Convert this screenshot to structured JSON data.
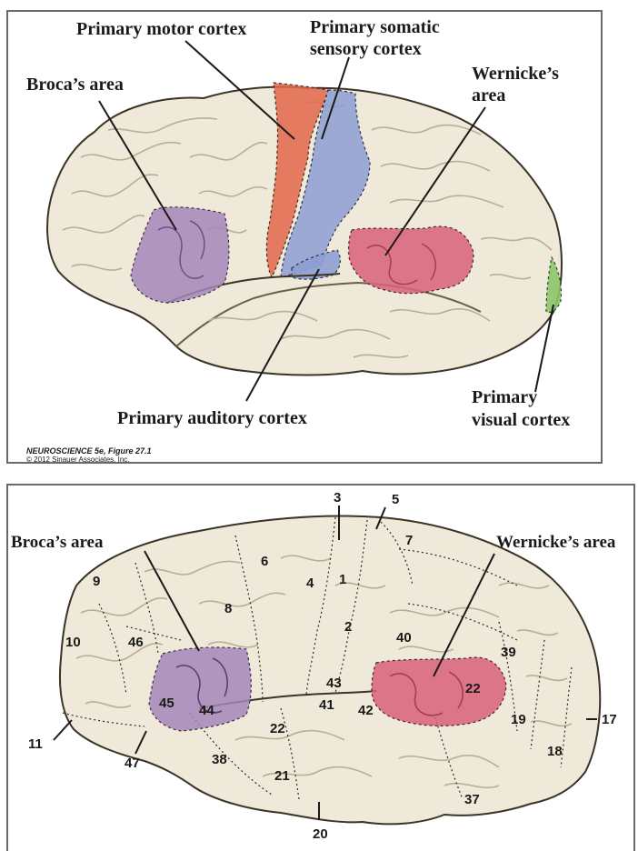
{
  "top_figure": {
    "labels": {
      "primary_motor": "Primary motor cortex",
      "primary_somatic_1": "Primary somatic",
      "primary_somatic_2": "sensory cortex",
      "brocas": "Broca’s area",
      "wernickes_1": "Wernicke’s",
      "wernickes_2": "area",
      "primary_auditory": "Primary auditory cortex",
      "primary_visual_1": "Primary",
      "primary_visual_2": "visual cortex"
    },
    "caption": {
      "source": "NEUROSCIENCE 5e, Figure 27.1",
      "copyright": "© 2012 Sinauer Associates, Inc."
    },
    "colors": {
      "brain": "#efe9da",
      "motor": "#e2674a",
      "somatic": "#8d9ed3",
      "brocas": "#a487b8",
      "wernickes": "#d9607a",
      "visual": "#8cc46a"
    }
  },
  "bottom_figure": {
    "labels": {
      "brocas": "Broca’s area",
      "wernickes": "Wernicke’s area"
    },
    "areas": [
      "3",
      "5",
      "7",
      "6",
      "4",
      "1",
      "9",
      "8",
      "2",
      "40",
      "10",
      "46",
      "39",
      "43",
      "45",
      "44",
      "41",
      "42",
      "22",
      "22",
      "17",
      "11",
      "19",
      "47",
      "18",
      "38",
      "21",
      "37",
      "20"
    ],
    "colors": {
      "brain": "#efe9da",
      "brocas": "#a487b8",
      "wernickes": "#d9607a"
    }
  }
}
